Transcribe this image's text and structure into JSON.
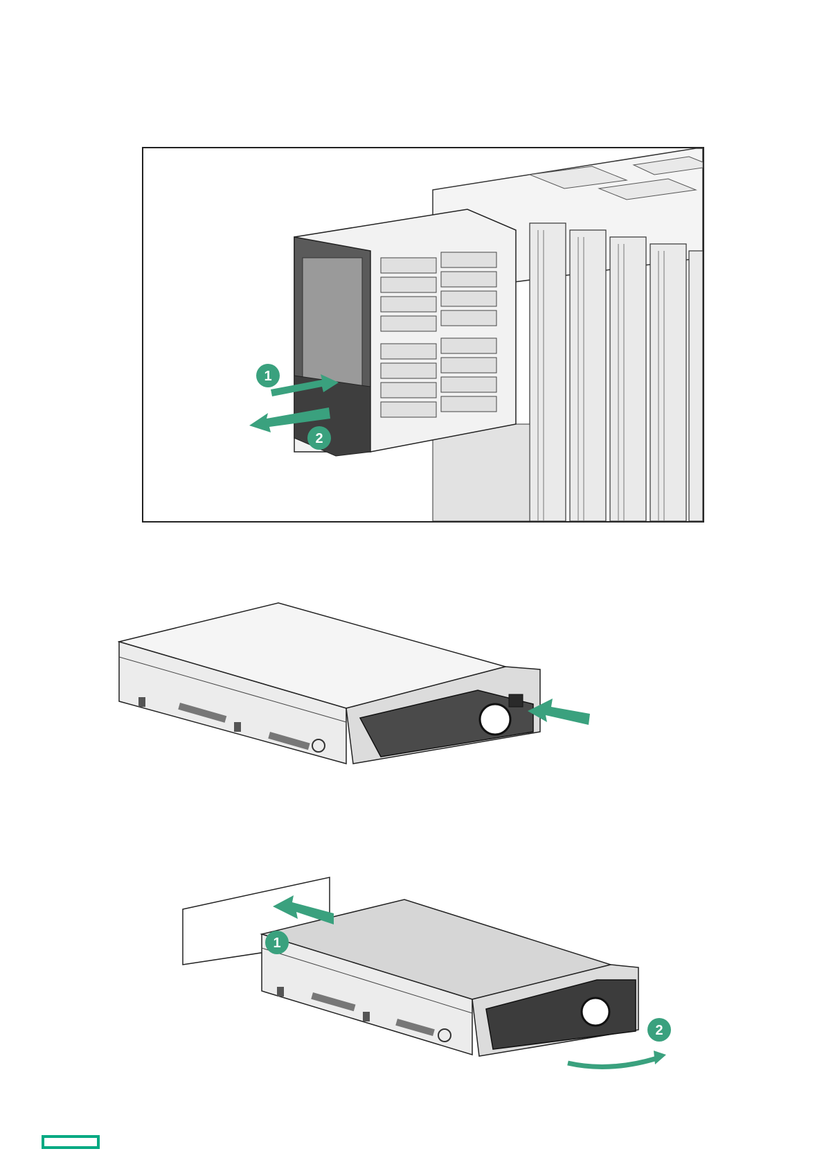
{
  "figure1": {
    "callouts": [
      {
        "label": "1"
      },
      {
        "label": "2"
      }
    ],
    "colors": {
      "accent": "#01a982",
      "callout": "#3aa17e",
      "arrow": "#3aa17e"
    }
  },
  "figure2": {
    "colors": {
      "arrow": "#3aa17e"
    }
  },
  "figure3": {
    "callouts": [
      {
        "label": "1"
      },
      {
        "label": "2"
      }
    ],
    "colors": {
      "arrow": "#3aa17e",
      "callout": "#3aa17e"
    }
  },
  "footer": {
    "logo_icon": "hpe-logo-icon",
    "logo_color": "#01a982"
  }
}
